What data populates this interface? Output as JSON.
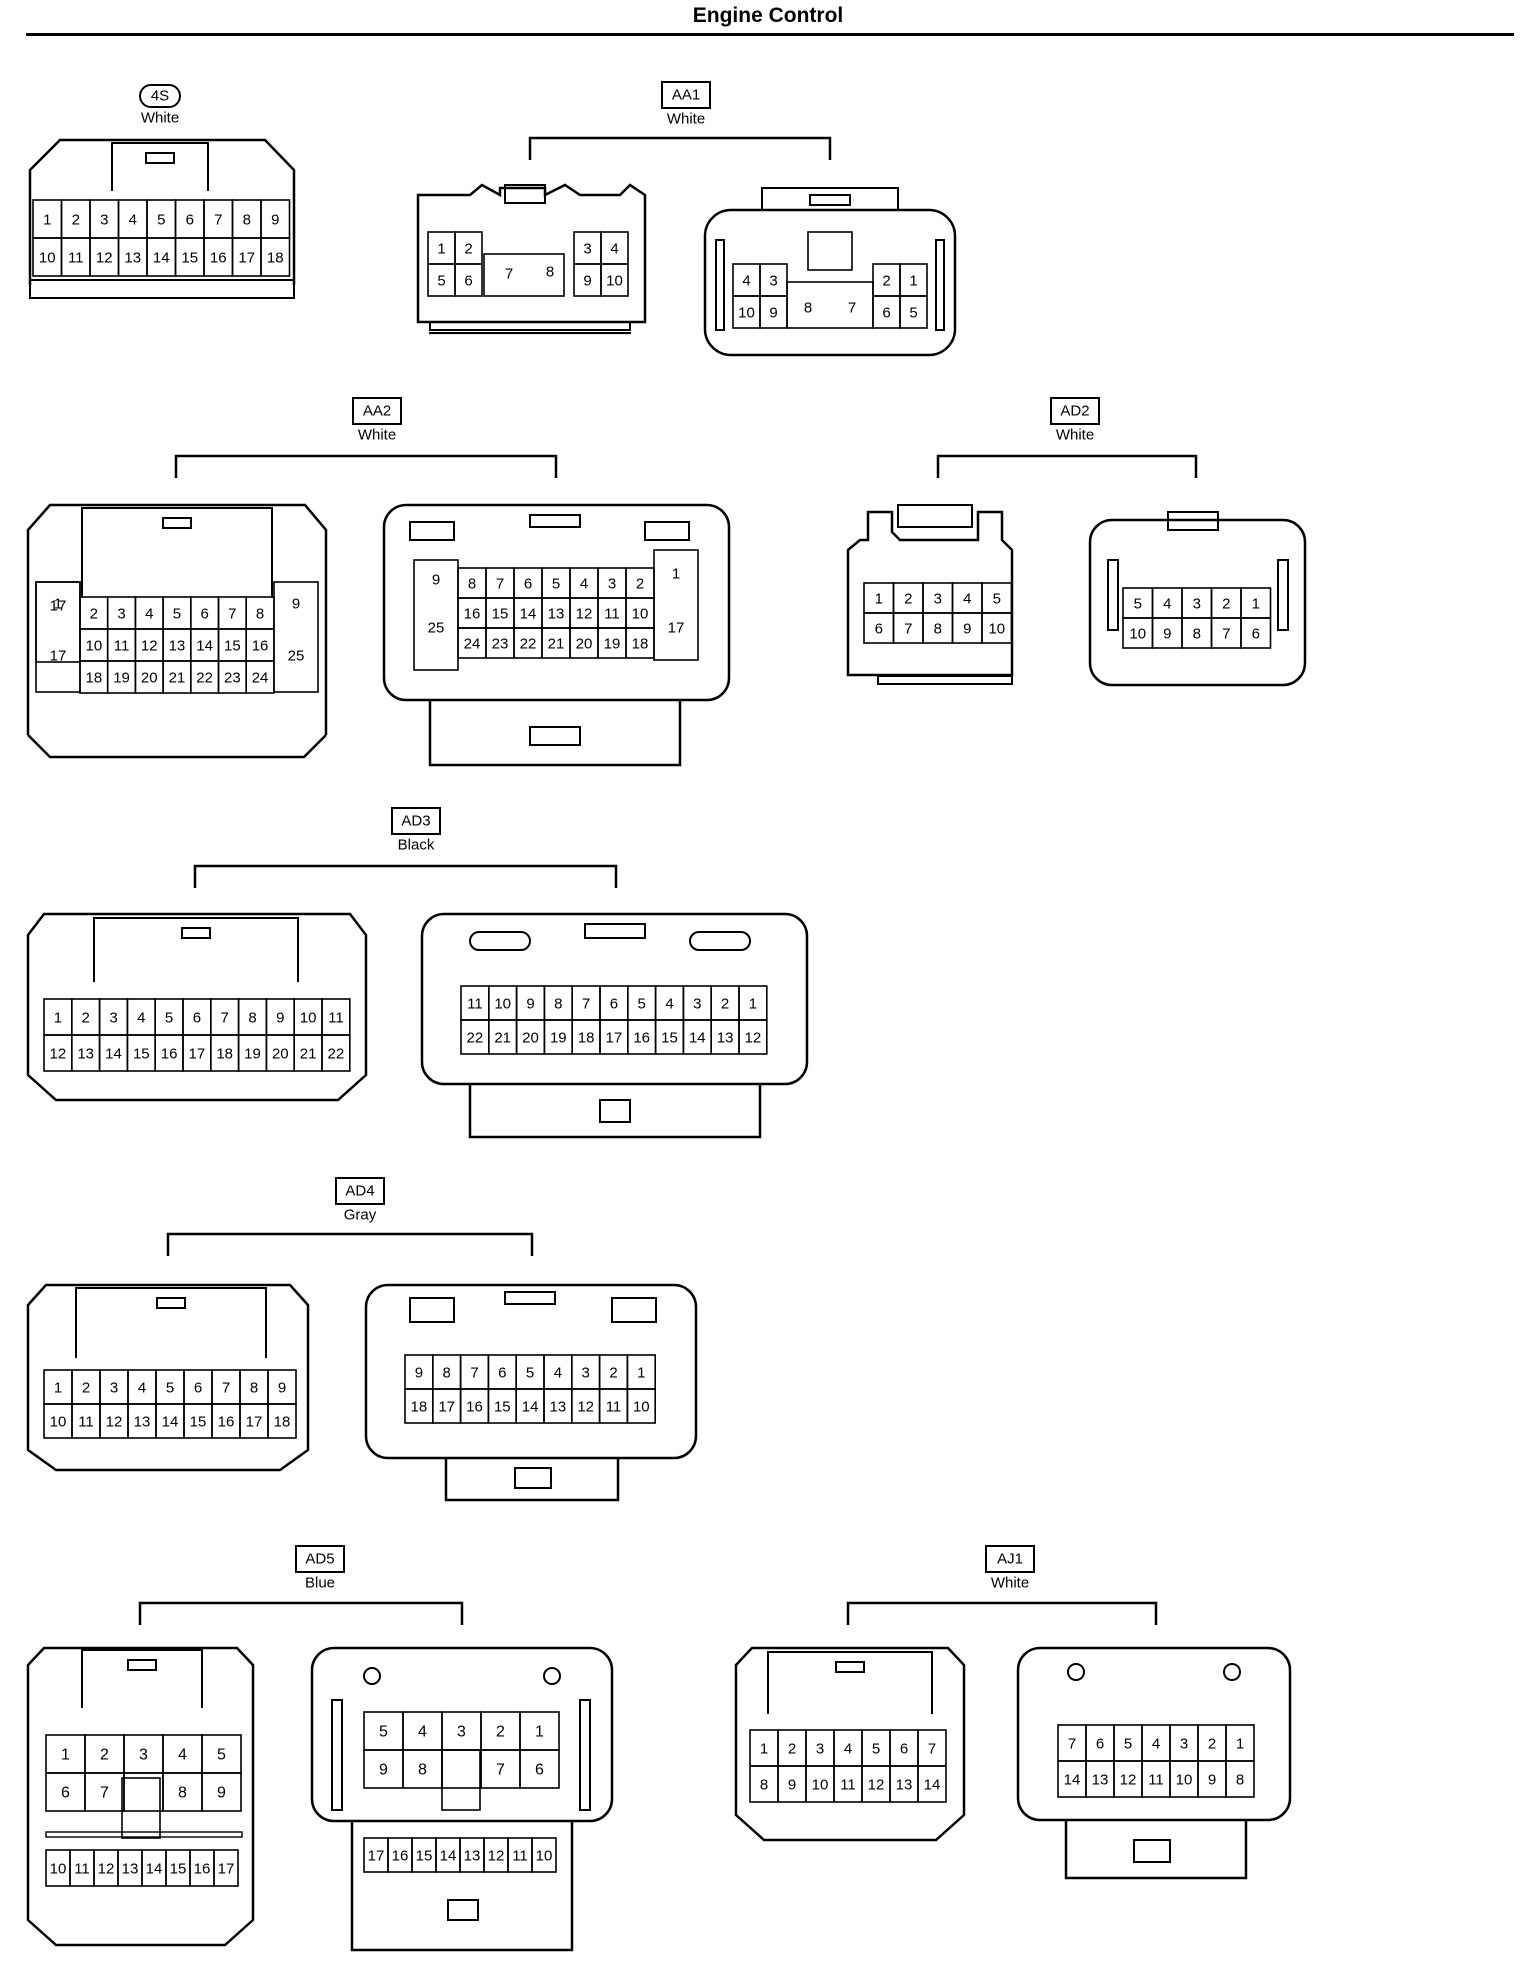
{
  "page": {
    "title": "Engine Control"
  },
  "connectors": [
    {
      "code": "4S",
      "color": "White",
      "rounded_label": true,
      "views": [
        {
          "style": "male",
          "rows": [
            [
              "1",
              "2",
              "3",
              "4",
              "5",
              "6",
              "7",
              "8",
              "9"
            ],
            [
              "10",
              "11",
              "12",
              "13",
              "14",
              "15",
              "16",
              "17",
              "18"
            ]
          ]
        }
      ]
    },
    {
      "code": "AA1",
      "color": "White",
      "views": [
        {
          "style": "split-male",
          "rows": [
            [
              "1",
              "2",
              "",
              "3",
              "4"
            ],
            [
              "5",
              "6",
              "7",
              "8",
              "9",
              "10"
            ]
          ]
        },
        {
          "style": "split-female",
          "rows": [
            [
              "4",
              "3",
              "",
              "2",
              "1"
            ],
            [
              "10",
              "9",
              "8",
              "7",
              "6",
              "5"
            ]
          ]
        }
      ]
    },
    {
      "code": "AA2",
      "color": "White",
      "views": [
        {
          "style": "male",
          "rows": [
            [
              "1",
              "2",
              "3",
              "4",
              "5",
              "6",
              "7",
              "8",
              "9"
            ],
            [
              "17",
              "10",
              "11",
              "12",
              "13",
              "14",
              "15",
              "16",
              "25"
            ],
            [
              "18",
              "19",
              "20",
              "21",
              "22",
              "23",
              "24"
            ]
          ]
        },
        {
          "style": "female",
          "rows": [
            [
              "9",
              "8",
              "7",
              "6",
              "5",
              "4",
              "3",
              "2",
              "1"
            ],
            [
              "25",
              "16",
              "15",
              "14",
              "13",
              "12",
              "11",
              "10",
              "17"
            ],
            [
              "24",
              "23",
              "22",
              "21",
              "20",
              "19",
              "18"
            ]
          ]
        }
      ]
    },
    {
      "code": "AD2",
      "color": "White",
      "views": [
        {
          "style": "small-male",
          "rows": [
            [
              "1",
              "2",
              "3",
              "4",
              "5"
            ],
            [
              "6",
              "7",
              "8",
              "9",
              "10"
            ]
          ]
        },
        {
          "style": "small-female",
          "rows": [
            [
              "5",
              "4",
              "3",
              "2",
              "1"
            ],
            [
              "10",
              "9",
              "8",
              "7",
              "6"
            ]
          ]
        }
      ]
    },
    {
      "code": "AD3",
      "color": "Black",
      "views": [
        {
          "style": "male",
          "rows": [
            [
              "1",
              "2",
              "3",
              "4",
              "5",
              "6",
              "7",
              "8",
              "9",
              "10",
              "11"
            ],
            [
              "12",
              "13",
              "14",
              "15",
              "16",
              "17",
              "18",
              "19",
              "20",
              "21",
              "22"
            ]
          ]
        },
        {
          "style": "female",
          "rows": [
            [
              "11",
              "10",
              "9",
              "8",
              "7",
              "6",
              "5",
              "4",
              "3",
              "2",
              "1"
            ],
            [
              "22",
              "21",
              "20",
              "19",
              "18",
              "17",
              "16",
              "15",
              "14",
              "13",
              "12"
            ]
          ]
        }
      ]
    },
    {
      "code": "AD4",
      "color": "Gray",
      "views": [
        {
          "style": "male",
          "rows": [
            [
              "1",
              "2",
              "3",
              "4",
              "5",
              "6",
              "7",
              "8",
              "9"
            ],
            [
              "10",
              "11",
              "12",
              "13",
              "14",
              "15",
              "16",
              "17",
              "18"
            ]
          ]
        },
        {
          "style": "female",
          "rows": [
            [
              "9",
              "8",
              "7",
              "6",
              "5",
              "4",
              "3",
              "2",
              "1"
            ],
            [
              "18",
              "17",
              "16",
              "15",
              "14",
              "13",
              "12",
              "11",
              "10"
            ]
          ]
        }
      ]
    },
    {
      "code": "AD5",
      "color": "Blue",
      "views": [
        {
          "style": "male",
          "rows": [
            [
              "1",
              "2",
              "3",
              "4",
              "5"
            ],
            [
              "6",
              "7",
              "",
              "8",
              "9"
            ],
            [
              "10",
              "11",
              "12",
              "13",
              "14",
              "15",
              "16",
              "17"
            ]
          ]
        },
        {
          "style": "female",
          "rows": [
            [
              "5",
              "4",
              "3",
              "2",
              "1"
            ],
            [
              "9",
              "8",
              "",
              "7",
              "6"
            ],
            [
              "17",
              "16",
              "15",
              "14",
              "13",
              "12",
              "11",
              "10"
            ]
          ]
        }
      ]
    },
    {
      "code": "AJ1",
      "color": "White",
      "views": [
        {
          "style": "male",
          "rows": [
            [
              "1",
              "2",
              "3",
              "4",
              "5",
              "6",
              "7"
            ],
            [
              "8",
              "9",
              "10",
              "11",
              "12",
              "13",
              "14"
            ]
          ]
        },
        {
          "style": "female",
          "rows": [
            [
              "7",
              "6",
              "5",
              "4",
              "3",
              "2",
              "1"
            ],
            [
              "14",
              "13",
              "12",
              "11",
              "10",
              "9",
              "8"
            ]
          ]
        }
      ]
    }
  ]
}
